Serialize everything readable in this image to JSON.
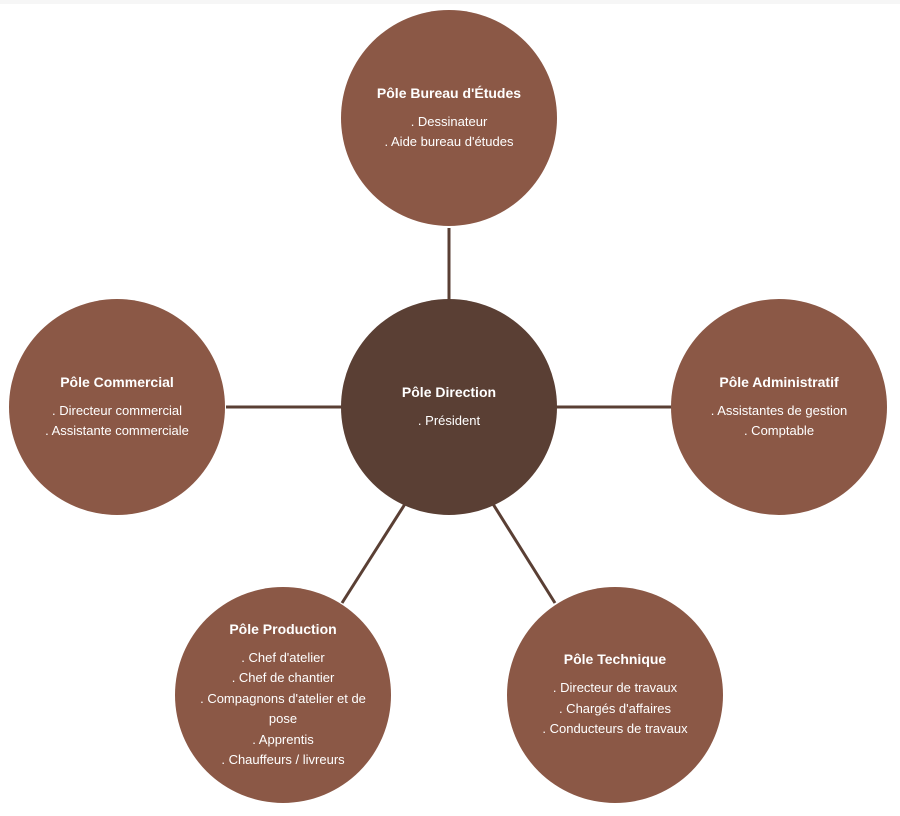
{
  "diagram": {
    "center": {
      "title": "Pôle Direction",
      "items": [
        ". Président"
      ]
    },
    "poles": {
      "bureau_etudes": {
        "title": "Pôle Bureau d'Études",
        "items": [
          ". Dessinateur",
          ". Aide bureau d'études"
        ]
      },
      "commercial": {
        "title": "Pôle Commercial",
        "items": [
          ". Directeur commercial",
          ". Assistante commerciale"
        ]
      },
      "administratif": {
        "title": "Pôle Administratif",
        "items": [
          ". Assistantes de gestion",
          ". Comptable"
        ]
      },
      "production": {
        "title": "Pôle Production",
        "items": [
          ". Chef d'atelier",
          ". Chef de chantier",
          ". Compagnons d'atelier et de pose",
          ". Apprentis",
          ". Chauffeurs / livreurs"
        ]
      },
      "technique": {
        "title": "Pôle Technique",
        "items": [
          ". Directeur de travaux",
          ". Chargés d'affaires",
          ". Conducteurs de travaux"
        ]
      }
    },
    "colors": {
      "center_fill": "#5a3f34",
      "pole_fill": "#8b5846",
      "connector": "#5a3f34",
      "text": "#ffffff"
    }
  }
}
